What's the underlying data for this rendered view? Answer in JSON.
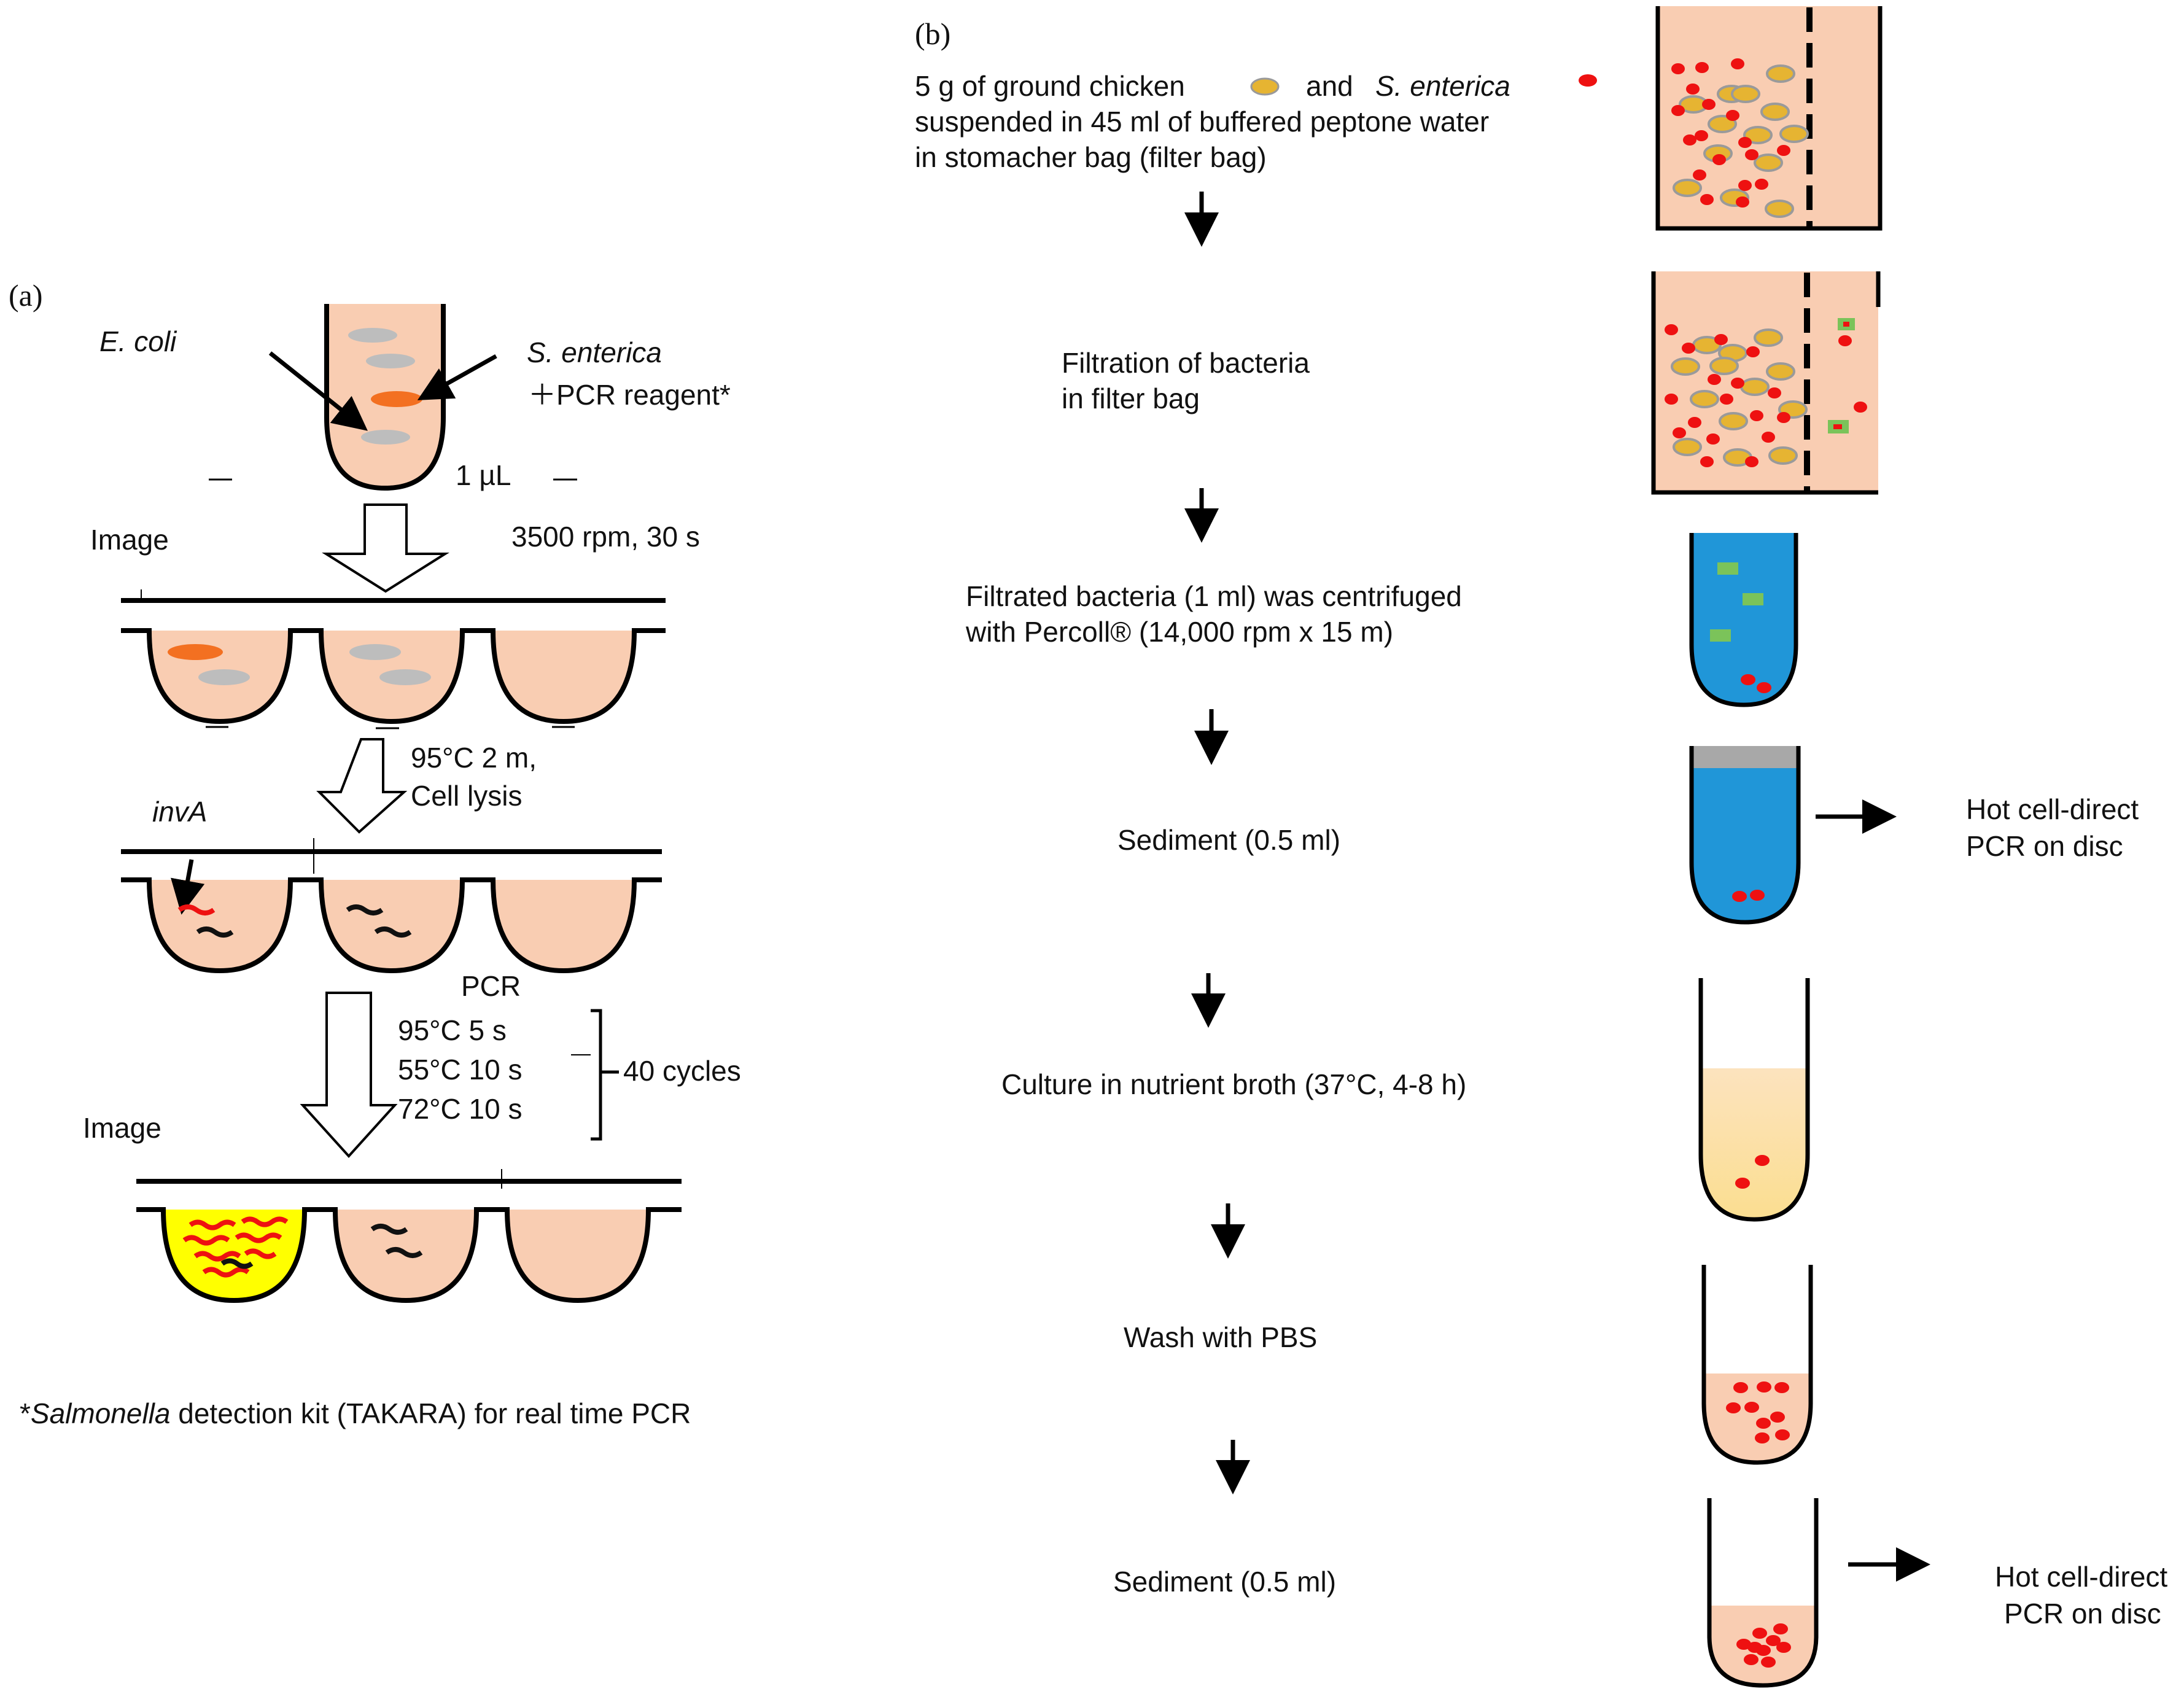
{
  "panel_a": {
    "label": "(a)",
    "ecoli": "E. coli",
    "senterica": "S. enterica",
    "pcr_reagent": "＋PCR reagent*",
    "volume": "1 µL",
    "image1": "Image",
    "spin": "3500 rpm, 30 s",
    "lysis_temp": "95°C   2 m,",
    "lysis": "Cell lysis",
    "gene": "invA",
    "pcr": "PCR",
    "cycle_steps": [
      "95°C    5 s",
      "55°C    10 s",
      "72°C    10 s"
    ],
    "cycles": "40 cycles",
    "image2": "Image",
    "footnote_star": "*",
    "footnote_italic": "Salmonella",
    "footnote_rest": " detection kit (TAKARA) for real time PCR"
  },
  "panel_b": {
    "label": "(b)",
    "step1_pre": "5 g of ground chicken",
    "step1_and": "and",
    "step1_species": "S. enterica",
    "step1_line2": "suspended in 45 ml of buffered peptone water",
    "step1_line3": "in stomacher bag (filter bag)",
    "step2_line1": "Filtration of bacteria",
    "step2_line2": "in filter bag",
    "step3_line1": "Filtrated bacteria (1 ml) was centrifuged",
    "step3_line2": "with Percoll® (14,000 rpm x 15 m)",
    "step4": "Sediment (0.5 ml)",
    "step5": "Culture in nutrient broth (37°C, 4-8 h)",
    "step6": "Wash with PBS",
    "step7": "Sediment (0.5 ml)",
    "output1_line1": "Hot cell-direct",
    "output1_line2": "PCR on disc",
    "output2_line1": "Hot cell-direct",
    "output2_line2": "PCR on disc"
  },
  "colors": {
    "salmon": "#F9CDB2",
    "red_bacteria": "#EE1111",
    "chicken": "#E6B432",
    "percoll_blue": "#2096D8",
    "broth_yellow": "#FBE3A5",
    "pcr_positive": "#FFFF00",
    "orange_target": "#F37021",
    "gray_cell": "#BDBDBD"
  }
}
